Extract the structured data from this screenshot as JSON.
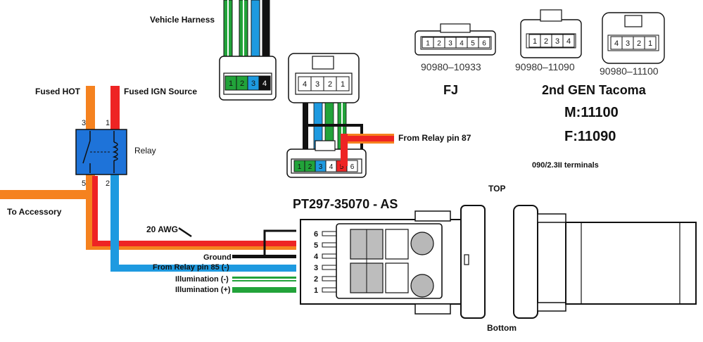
{
  "colors": {
    "orange": "#f5821f",
    "red": "#ee2424",
    "blue": "#1e9ae0",
    "green": "#22a33a",
    "black": "#111111",
    "relay_fill": "#1e73d9",
    "gray_cavity": "#b8b8b8"
  },
  "labels": {
    "vehicle_harness": "Vehicle Harness",
    "fused_hot": "Fused HOT",
    "fused_ign": "Fused IGN Source",
    "relay": "Relay",
    "to_accessory": "To Accessory",
    "awg": "20 AWG",
    "from_relay_87": "From Relay pin 87",
    "terminals": "090/2.3II terminals",
    "part_number": "PT297-35070 - AS",
    "top": "TOP",
    "bottom": "Bottom",
    "ground": "Ground",
    "from_relay_85": "From Relay pin 85 (-)",
    "illum_neg": "Illumination (-)",
    "illum_pos": "Illumination (+)"
  },
  "relay_pins": {
    "p3": "3",
    "p1": "1",
    "p5": "5",
    "p2": "2"
  },
  "connectors": [
    {
      "part": "90980–10933",
      "pins": [
        "1",
        "2",
        "3",
        "4",
        "5",
        "6"
      ]
    },
    {
      "part": "90980–11090",
      "pins": [
        "1",
        "2",
        "3",
        "4"
      ]
    },
    {
      "part": "90980–11100",
      "pins": [
        "4",
        "3",
        "2",
        "1"
      ]
    }
  ],
  "harness_pins": [
    "1",
    "2",
    "3",
    "4"
  ],
  "harness_colors": [
    "#22a33a",
    "#22a33a",
    "#1e9ae0",
    "#111111"
  ],
  "mating_pins": [
    "4",
    "3",
    "2",
    "1"
  ],
  "lower_pins": [
    "1",
    "2",
    "3",
    "4",
    "5",
    "6"
  ],
  "lower_colors": [
    "#22a33a",
    "#22a33a",
    "#1e9ae0",
    "#ffffff",
    "#ee2424",
    "#ffffff"
  ],
  "fj_label": "FJ",
  "tacoma": {
    "title": "2nd GEN Tacoma",
    "m": "M:11100",
    "f": "F:11090"
  },
  "switch_pins": [
    "6",
    "5",
    "4",
    "3",
    "2",
    "1"
  ]
}
